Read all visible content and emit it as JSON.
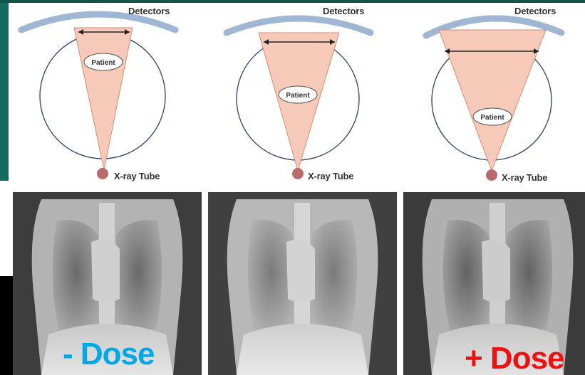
{
  "panels": [
    {
      "detectors_label": "Detectors",
      "patient_label": "Patient",
      "tube_label": "X-ray Tube"
    },
    {
      "detectors_label": "Detectors",
      "patient_label": "Patient",
      "tube_label": "X-ray Tube"
    },
    {
      "detectors_label": "Detectors",
      "patient_label": "Patient",
      "tube_label": "X-ray Tube"
    }
  ],
  "dose": {
    "minus_label": "- Dose",
    "plus_label": "+ Dose",
    "minus_color": "#00a8e6",
    "plus_color": "#ee1111"
  },
  "colors": {
    "beam": "#f6c9b8",
    "beam_stroke": "#cf8f7b",
    "tube": "#b96b6b",
    "arc": "#9fb7d3",
    "circle": "#3a4b6e"
  }
}
